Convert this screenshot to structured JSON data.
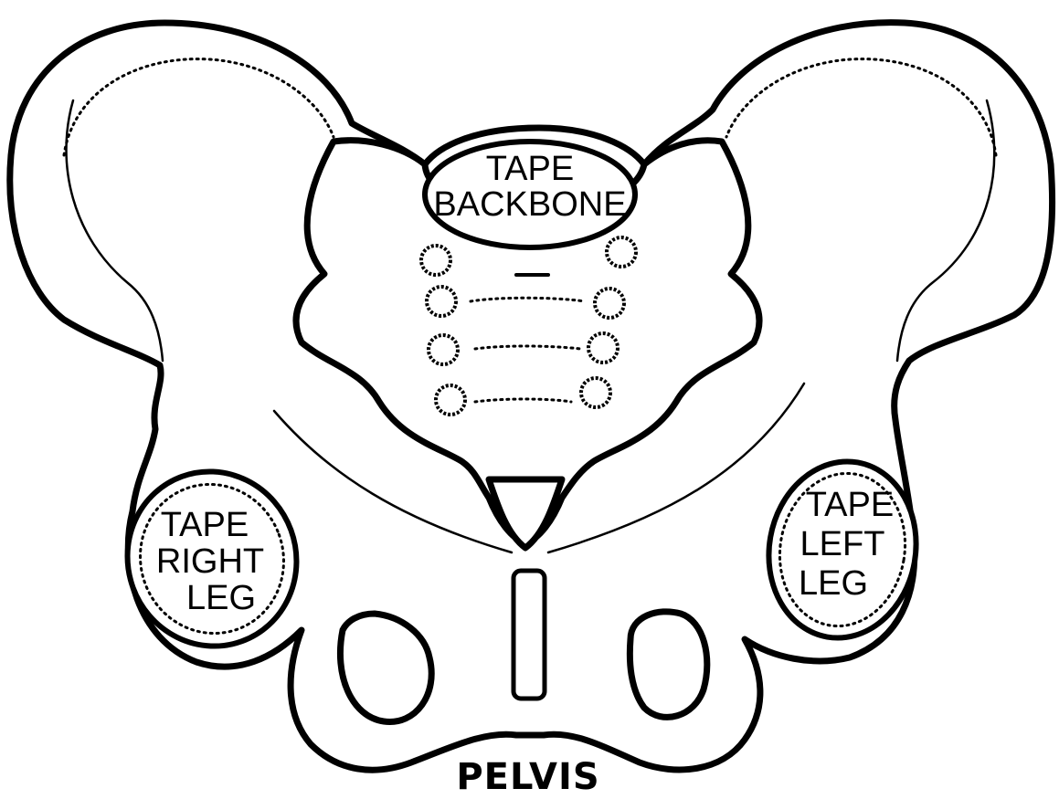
{
  "labels": {
    "backbone": [
      "TAPE",
      "BACKBONE"
    ],
    "right_leg": [
      "TAPE",
      "RIGHT",
      "LEG"
    ],
    "left_leg": [
      "TAPE",
      "LEFT",
      "LEG"
    ]
  },
  "title": "PELVIS"
}
